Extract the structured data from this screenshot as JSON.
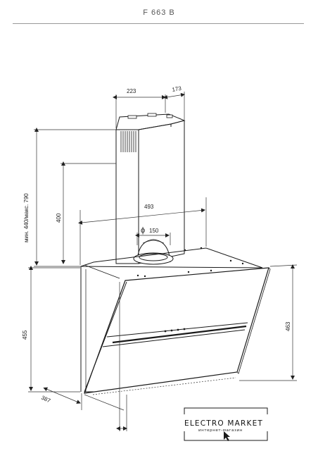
{
  "header": {
    "title": "F 663 B"
  },
  "dimensions": {
    "chimney_width": "223",
    "chimney_depth": "173",
    "chimney_height": "400",
    "adjust_range": "мин. 440/макс. 790",
    "hood_width": "493",
    "outlet_diameter": "150",
    "diameter_symbol": "ϕ",
    "body_height": "455",
    "glass_height": "463",
    "depth": "387"
  },
  "logo": {
    "main": "ELECTRO MARKET",
    "sub": "интернет-магазин"
  },
  "colors": {
    "line": "#1a1a1a",
    "dim": "#333333",
    "bg": "#ffffff"
  }
}
